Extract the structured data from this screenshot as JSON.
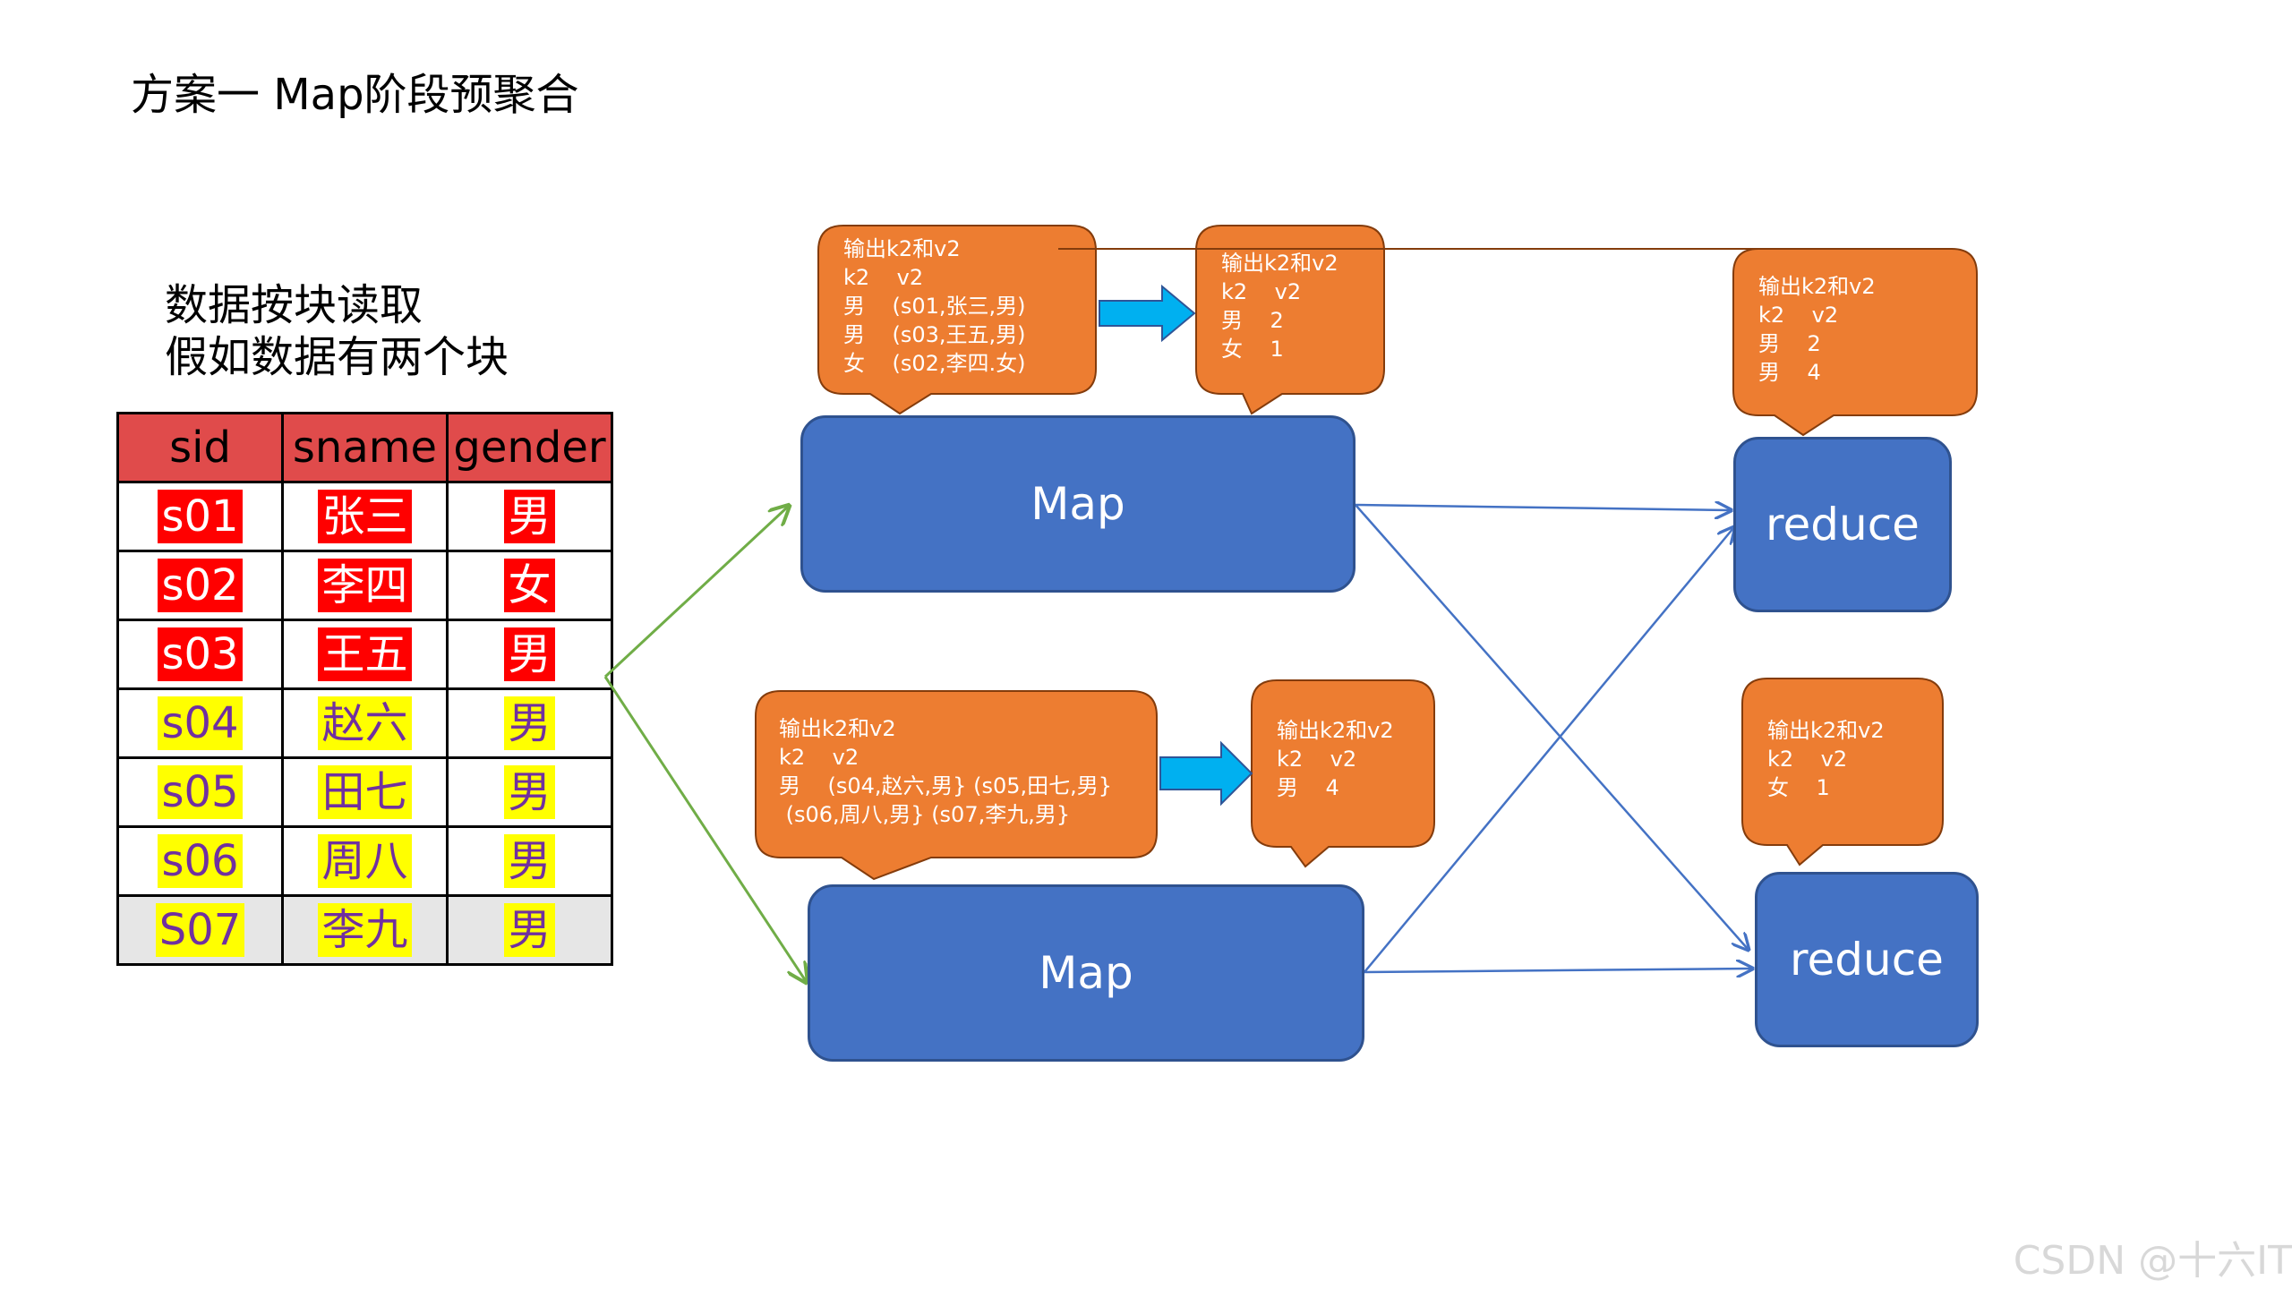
{
  "title": "方案一 Map阶段预聚合",
  "subtitle": "数据按块读取\n假如数据有两个块",
  "table": {
    "headers": [
      "sid",
      "sname",
      "gender"
    ],
    "rows": [
      [
        "s01",
        "张三",
        "男"
      ],
      [
        "s02",
        "李四",
        "女"
      ],
      [
        "s03",
        "王五",
        "男"
      ],
      [
        "s04",
        "赵六",
        "男"
      ],
      [
        "s05",
        "田七",
        "男"
      ],
      [
        "s06",
        "周八",
        "男"
      ],
      [
        "S07",
        "李九",
        "男"
      ]
    ],
    "row_highlight": [
      "red",
      "red",
      "red",
      "yellow",
      "yellow",
      "yellow",
      "yellow"
    ]
  },
  "map_nodes": [
    {
      "label": "Map"
    },
    {
      "label": "Map"
    }
  ],
  "reduce_nodes": [
    {
      "label": "reduce"
    },
    {
      "label": "reduce"
    }
  ],
  "callouts": {
    "map1_output": "输出k2和v2\nk2    v2\n男    (s01,张三,男)\n男    (s03,王五,男)\n女    (s02,李四.女)",
    "map1_combined": "输出k2和v2\nk2    v2\n男    2\n女    1",
    "map2_output": "输出k2和v2\nk2    v2\n男    (s04,赵六,男} (s05,田七,男}\n (s06,周八,男} (s07,李九,男}",
    "map2_combined": "输出k2和v2\nk2    v2\n男    4",
    "reduce1_output": "输出k2和v2\nk2    v2\n男    2\n男    4",
    "reduce2_output": "输出k2和v2\nk2    v2\n女    1"
  },
  "colors": {
    "node_blue": "#4472c4",
    "callout_orange": "#ed7d31",
    "arrow_green": "#70ad47",
    "arrow_blue": "#4472c4",
    "block_arrow": "#00b0f0",
    "header_red": "#e04b4b"
  },
  "watermark": "CSDN @十六IT"
}
